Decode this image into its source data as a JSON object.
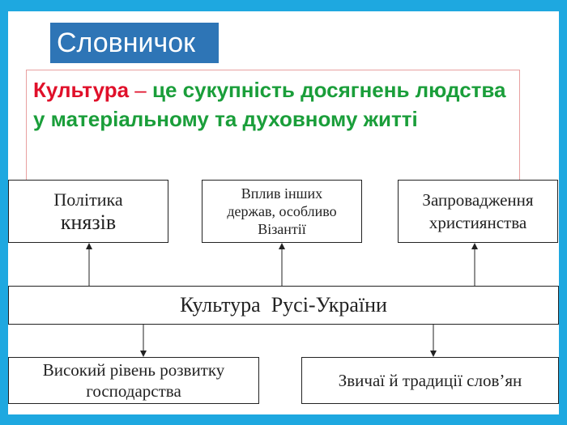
{
  "title": "Словничок",
  "definition": {
    "term": "Культура",
    "dash": "–",
    "text": "це сукупність досягнень людства у матеріальному та духовному житті"
  },
  "boxes": {
    "politics": {
      "line1": "Політика",
      "line2": "князів"
    },
    "influence": {
      "line1": "Вплив інших",
      "line2": "держав, особливо",
      "line3": "Візантії"
    },
    "christianity": {
      "line1": "Запровадження",
      "line2": "християнства"
    },
    "main": "Культура  Русі-України",
    "economy": {
      "line1": "Високий рівень розвитку",
      "line2": "господарства"
    },
    "customs": "Звичаї й традиції слов’ян"
  },
  "colors": {
    "background": "#1ea8e0",
    "title_bg": "#2e75b6",
    "term": "#e0102a",
    "definition_text": "#1a9e3a"
  }
}
